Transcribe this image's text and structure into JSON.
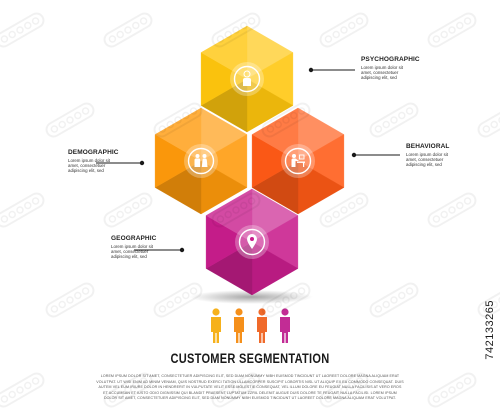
{
  "title": "CUSTOMER SEGMENTATION",
  "colors": {
    "yellow": "#ffc60d",
    "orange": "#ff9a0b",
    "red_orange": "#ff5a16",
    "magenta": "#c81d8c",
    "line": "#1a1a1a",
    "person_1": "#f6b11b",
    "person_2": "#f5901b",
    "person_3": "#f06a2a",
    "person_4": "#c22c95"
  },
  "segments": [
    {
      "id": "psychographic",
      "title": "PSYCHOGRAPHIC",
      "icon": "person-brain-icon",
      "color": "#ffc60d",
      "body": [
        "Lorem ipsum dolor sit",
        "amet, consectetuer",
        "adipiscing elit, sed"
      ]
    },
    {
      "id": "demographic",
      "title": "DEMOGRAPHIC",
      "icon": "couple-icon",
      "color": "#ff9a0b",
      "body": [
        "Lorem ipsum dolor sit",
        "amet, consectetuer",
        "adipiscing elit, sed"
      ]
    },
    {
      "id": "behavioral",
      "title": "BEHAVIORAL",
      "icon": "person-at-desk-icon",
      "color": "#ff5a16",
      "body": [
        "Lorem ipsum dolor sit",
        "amet, consectetuer",
        "adipiscing elit, sed"
      ]
    },
    {
      "id": "geographic",
      "title": "GEOGRAPHIC",
      "icon": "location-pin-icon",
      "color": "#c81d8c",
      "body": [
        "Lorem ipsum dolor sit",
        "amet, consectetuer",
        "adipiscing elit, sed"
      ]
    }
  ],
  "people_icons": [
    "person-icon",
    "person-icon",
    "person-icon",
    "person-icon"
  ],
  "footer_text": "LOREM IPSUM DOLOR SIT AMET, CONSECTETUER ADIPISCING ELIT, SED DIAM NONUMMY NIBH EUISMOD TINCIDUNT UT LAOREET DOLORE MAGNA ALIQUAM ERAT VOLUTPAT. UT WISI ENIM AD MINIM VENIAM, QUIS NOSTRUD EXERCI TATION ULLAMCORPER SUSCIPIT LOBORTIS NISL UT ALIQUIP EX EA COMMODO CONSEQUAT. DUIS AUTEM VEL EUM IRIURE DOLOR IN HENDRERIT IN VULPUTATE VELIT ESSE MOLESTIE CONSEQUAT, VEL ILLUM DOLORE EU FEUGIAT NULLA FACILISIS AT VERO EROS ET ACCUMSAN ET IUSTO ODIO DIGNISSIM QUI BLANDIT PRAESENT LUPTATUM ZZRIL DELENIT AUGUE DUIS DOLORE TE FEUGAIT NULLA FACILISI. LOREM IPSUM DOLOR SIT AMET, CONSECTETUER ADIPISCING ELIT, SED DIAM NONUMMY NIBH EUISMOD TINCIDUNT UT LAOREET DOLORE MAGNA ALIQUAM ERAT VOLUTPAT.",
  "stock_id": "742133265"
}
